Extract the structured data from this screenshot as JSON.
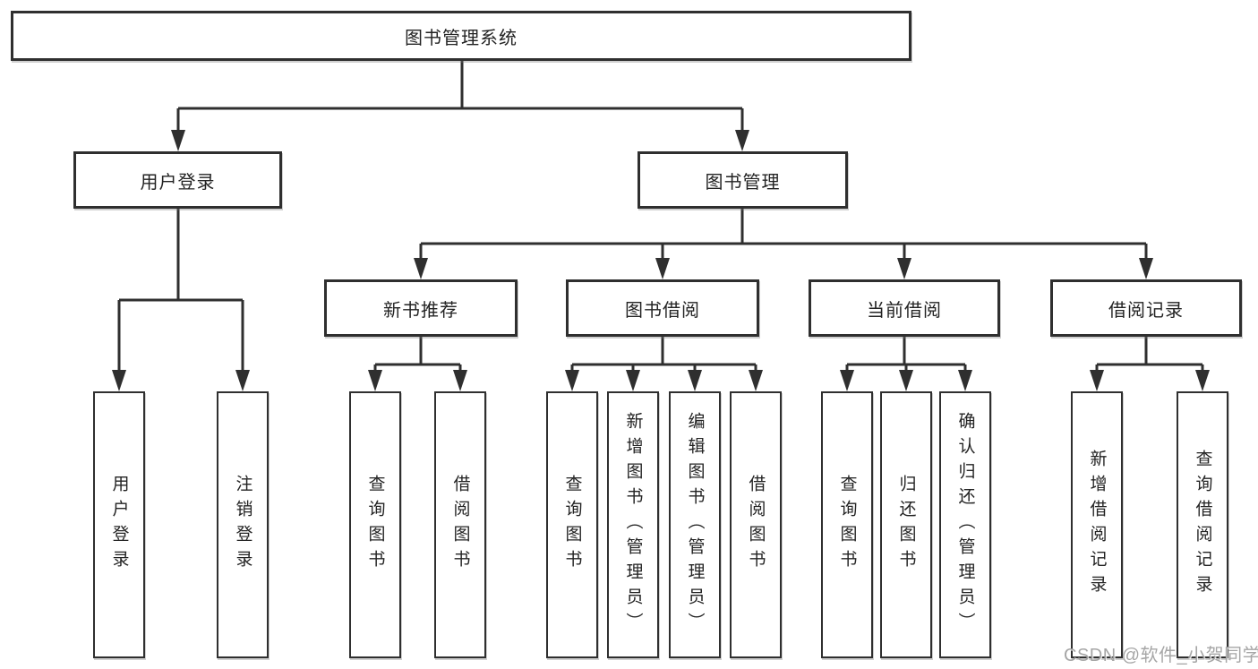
{
  "colors": {
    "ink": "#2f2f2f",
    "box_background": "#ffffff",
    "watermark": "#9e9e9e"
  },
  "watermark": {
    "text": "CSDN @软件_小贺同学"
  },
  "tree": {
    "label": "图书管理系统",
    "children": [
      {
        "label": "用户登录",
        "children": [
          {
            "label": "用户登录"
          },
          {
            "label": "注销登录"
          }
        ]
      },
      {
        "label": "图书管理",
        "children": [
          {
            "label": "新书推荐",
            "children": [
              {
                "label": "查询图书"
              },
              {
                "label": "借阅图书"
              }
            ]
          },
          {
            "label": "图书借阅",
            "children": [
              {
                "label": "查询图书"
              },
              {
                "label": "新增图书（管理员）"
              },
              {
                "label": "编辑图书（管理员）"
              },
              {
                "label": "借阅图书"
              }
            ]
          },
          {
            "label": "当前借阅",
            "children": [
              {
                "label": "查询图书"
              },
              {
                "label": "归还图书"
              },
              {
                "label": "确认归还（管理员）"
              }
            ]
          },
          {
            "label": "借阅记录",
            "children": [
              {
                "label": "新增借阅记录"
              },
              {
                "label": "查询借阅记录"
              }
            ]
          }
        ]
      }
    ]
  }
}
